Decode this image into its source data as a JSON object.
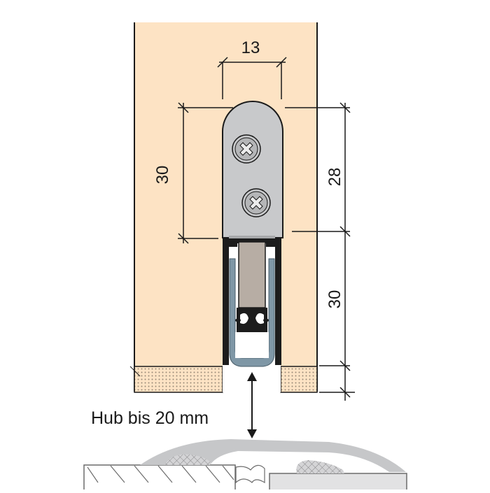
{
  "diagram": {
    "title": "Automatic door bottom seal cross-section",
    "colors": {
      "wood": "#fde3c4",
      "outline": "#1a1a1a",
      "bracket": "#c8c9cb",
      "screw_recess": "#b5b6b8",
      "screw_cross": "#ececec",
      "seal_profile": "#7f97a6",
      "seal_block": "#b7ada4",
      "housing": "#1c1c1c",
      "threshold": "#c6c7c9",
      "floor_line": "#6b6b6b",
      "background": "#ffffff"
    },
    "dimensions": {
      "top_width": "13",
      "bracket_height_left": "30",
      "bracket_height_right": "28",
      "seal_height_right": "30"
    },
    "caption": "Hub bis 20 mm",
    "icons": {
      "screw_upper": "phillips-screw-icon",
      "screw_lower": "phillips-screw-icon",
      "stroke_arrow": "double-arrow-icon"
    }
  }
}
